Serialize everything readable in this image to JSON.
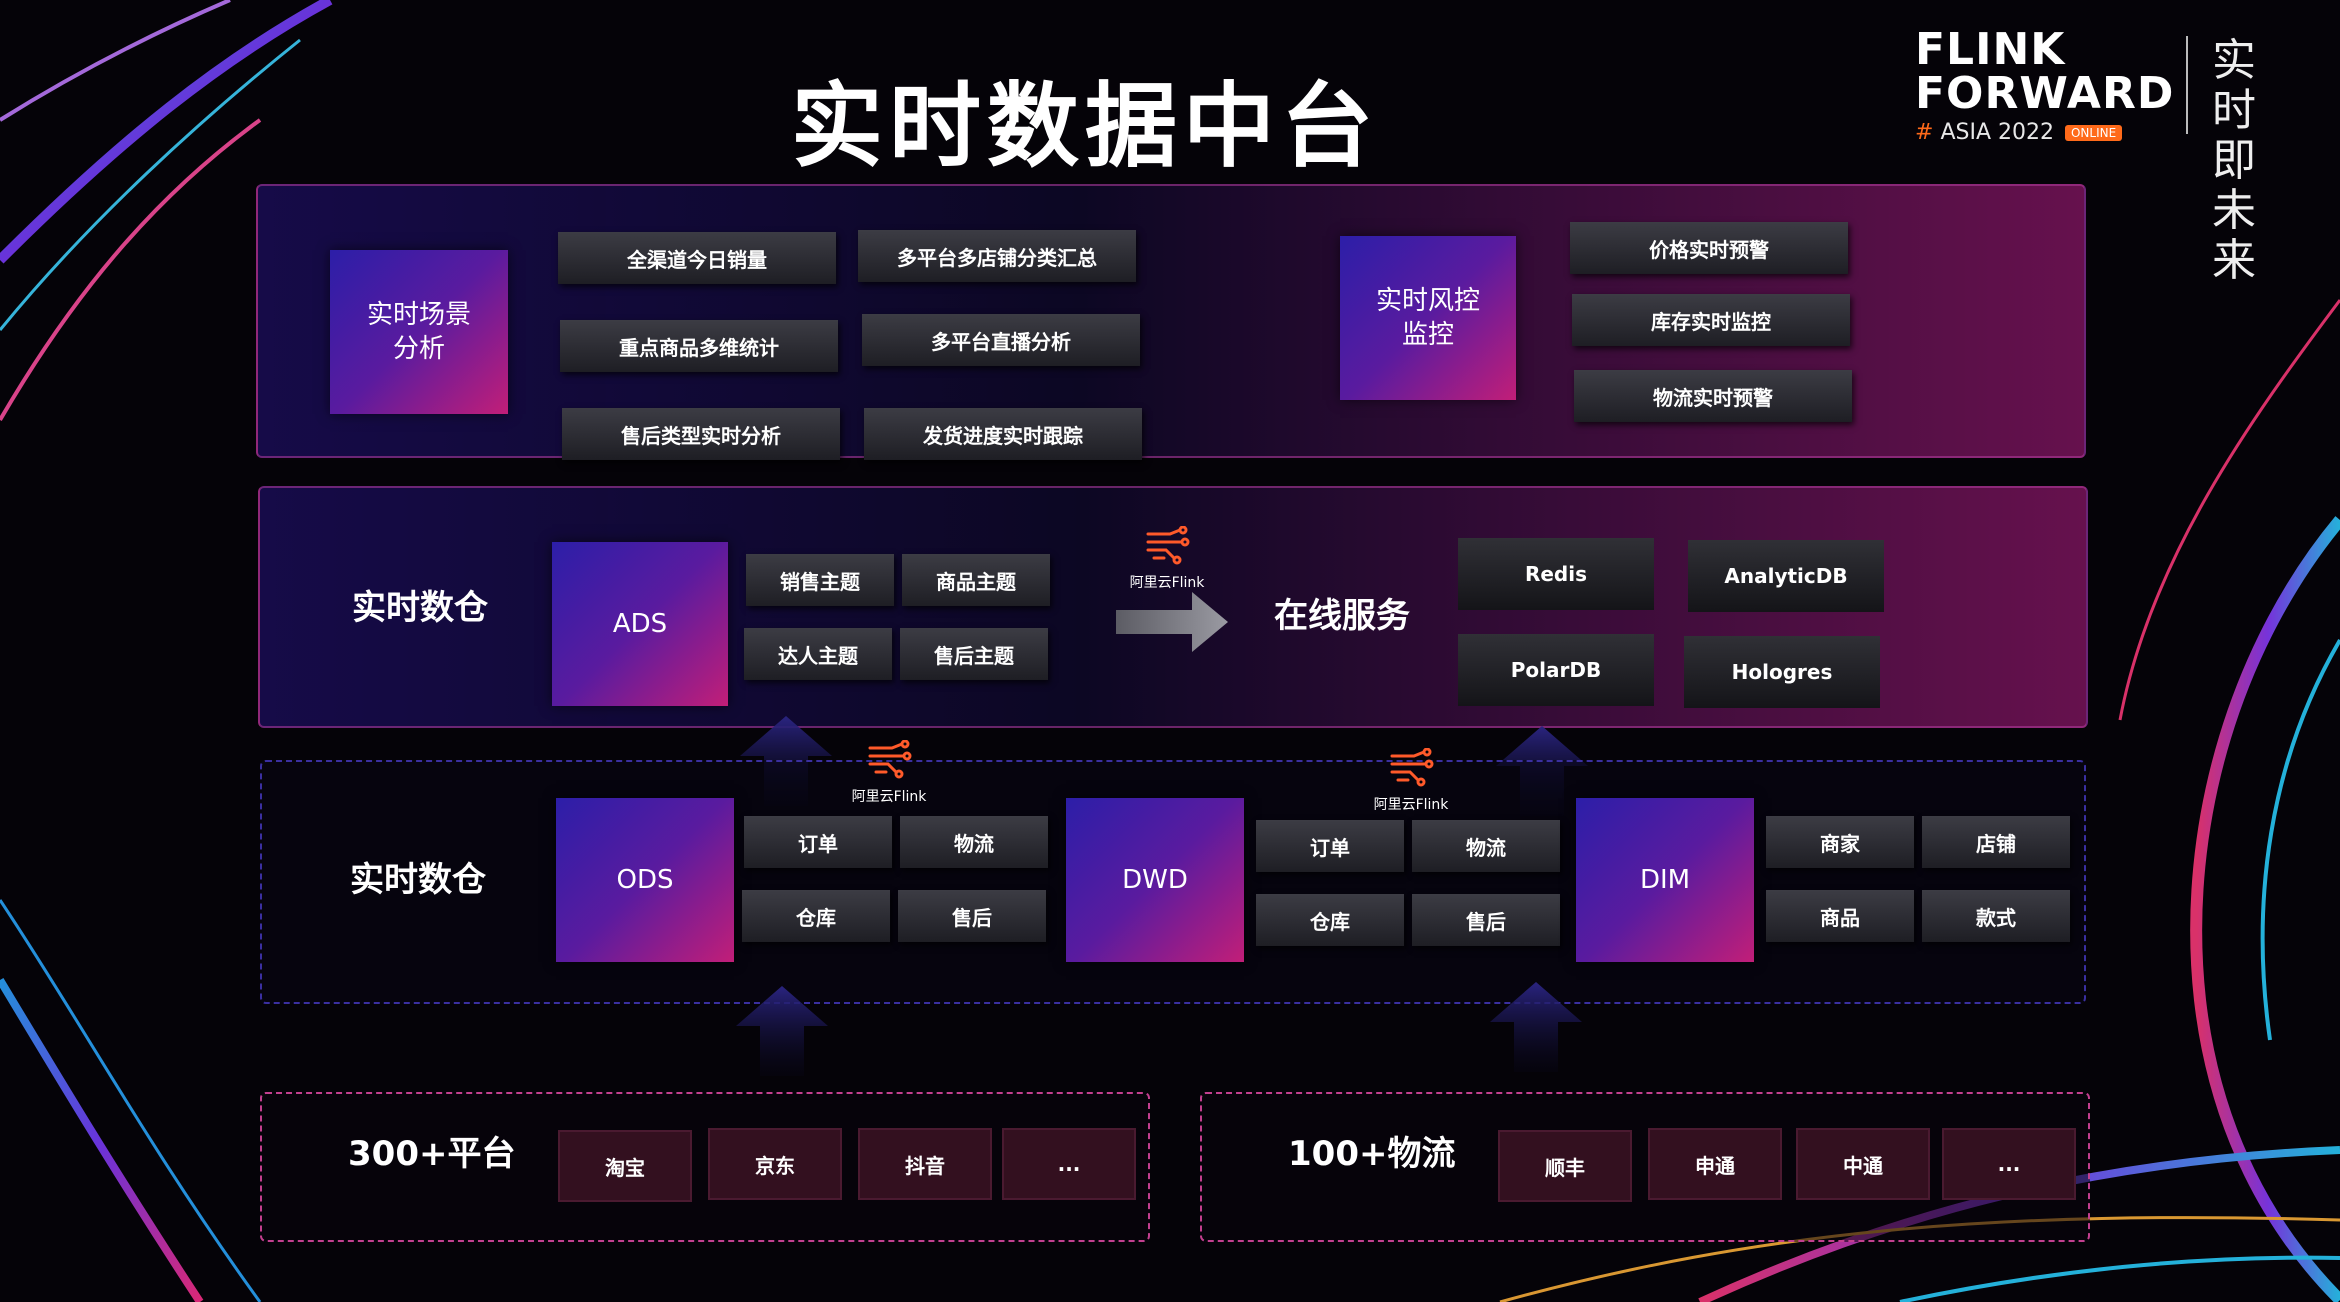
{
  "title": "实时数据中台",
  "logo": {
    "line1": "FLINK",
    "line2": "FORWARD",
    "hash": "#",
    "event": "ASIA 2022",
    "badge": "ONLINE",
    "slogan": "实时即未来"
  },
  "colors": {
    "accent_blue": "#2c1ea8",
    "accent_pink": "#c21e78",
    "flink_orange": "#ff6a1a"
  },
  "top_panel": {
    "scene_box": "实时场景分析",
    "scene_items": [
      "全渠道今日销量",
      "多平台多店铺分类汇总",
      "重点商品多维统计",
      "多平台直播分析",
      "售后类型实时分析",
      "发货进度实时跟踪"
    ],
    "risk_box": "实时风控监控",
    "risk_items": [
      "价格实时预警",
      "库存实时监控",
      "物流实时预警"
    ]
  },
  "ads_panel": {
    "label": "实时数仓",
    "ads_box": "ADS",
    "topics": [
      "销售主题",
      "商品主题",
      "达人主题",
      "售后主题"
    ],
    "flink_caption": "阿里云Flink",
    "online_service_label": "在线服务",
    "services": [
      "Redis",
      "AnalyticDB",
      "PolarDB",
      "Hologres"
    ]
  },
  "dw_panel": {
    "label": "实时数仓",
    "ods_box": "ODS",
    "ods_items": [
      "订单",
      "物流",
      "仓库",
      "售后"
    ],
    "dwd_box": "DWD",
    "dwd_items": [
      "订单",
      "物流",
      "仓库",
      "售后"
    ],
    "dim_box": "DIM",
    "dim_items": [
      "商家",
      "店铺",
      "商品",
      "款式"
    ],
    "flink_caption_1": "阿里云Flink",
    "flink_caption_2": "阿里云Flink"
  },
  "sources": {
    "platform_label": "300+平台",
    "platforms": [
      "淘宝",
      "京东",
      "抖音",
      "..."
    ],
    "logistics_label": "100+物流",
    "logistics": [
      "顺丰",
      "申通",
      "中通",
      "..."
    ]
  }
}
